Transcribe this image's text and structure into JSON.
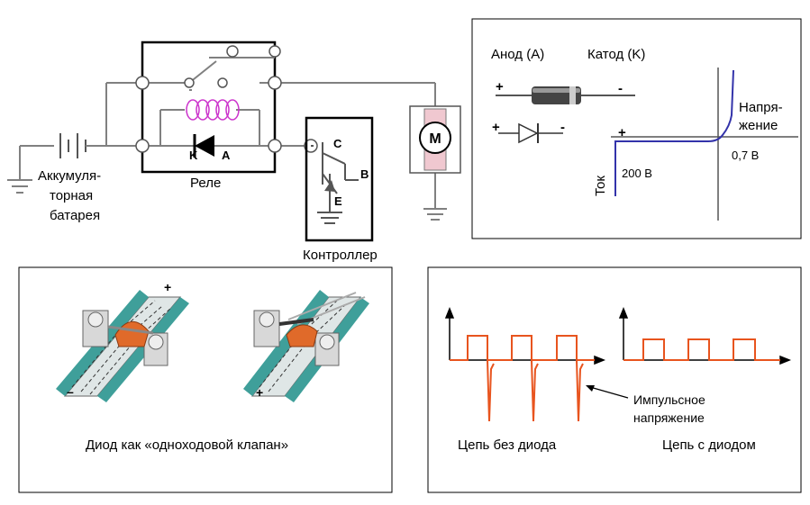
{
  "circuit": {
    "battery_label": [
      "Аккумуля-",
      "торная",
      "батарея"
    ],
    "relay_label": "Реле",
    "relay_diode_k": "K",
    "relay_diode_a": "A",
    "controller_label": "Контроллер",
    "transistor_c": "C",
    "transistor_b": "B",
    "transistor_e": "E",
    "motor_label": "M"
  },
  "diode_curve": {
    "anode_label": "Анод (A)",
    "cathode_label": "Катод (K)",
    "plus": "+",
    "minus": "-",
    "voltage_label": [
      "Напря-",
      "жение"
    ],
    "forward_voltage": "0,7 B",
    "reverse_voltage": "200 B",
    "current_label": "Ток"
  },
  "valve": {
    "caption": "Диод как «одноходовой клапан»",
    "plus": "+",
    "minus": "–"
  },
  "waveforms": {
    "pulse_label": [
      "Импульсное",
      "напряжение"
    ],
    "caption_without": "Цепь без диода",
    "caption_with": "Цепь с диодом"
  },
  "colors": {
    "line": "#808080",
    "coil": "#cc33cc",
    "curve": "#3333aa",
    "pulse": "#e8541e",
    "valve_orange": "#e06a2a",
    "channel_teal": "#3f9f9a"
  }
}
